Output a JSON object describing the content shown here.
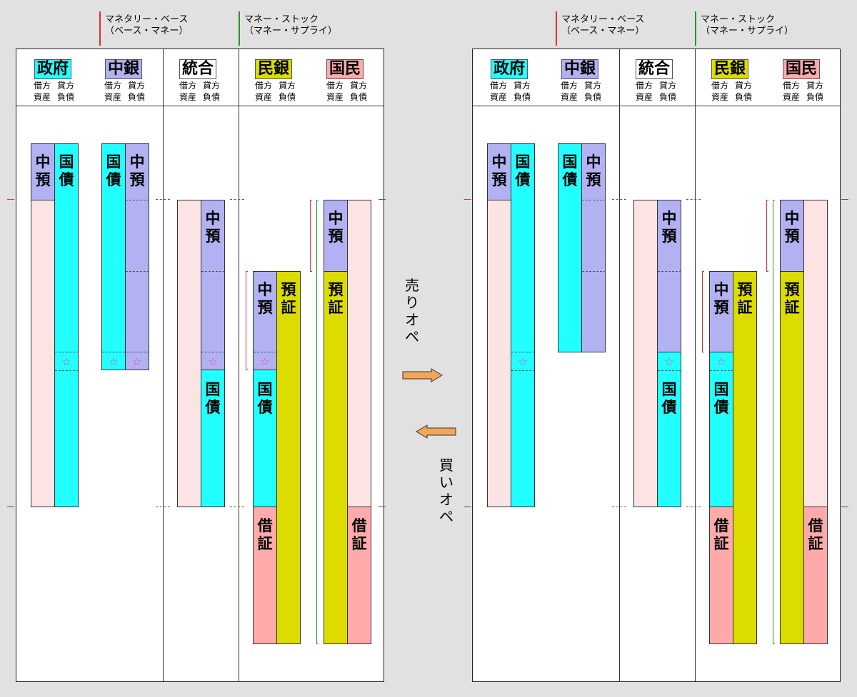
{
  "legend": {
    "monetary_base_line1": "マネタリー・ベース",
    "monetary_base_line2": "（ベース・マネー）",
    "money_stock_line1": "マネー・ストック",
    "money_stock_line2": "（マネー・サプライ）"
  },
  "entities": {
    "gov": "政府",
    "cb": "中銀",
    "consolidated": "統合",
    "bank": "民銀",
    "public": "国民"
  },
  "subheaders": {
    "debit_top": "借方",
    "debit_bottom": "資産",
    "credit_top": "貸方",
    "credit_bottom": "負債"
  },
  "labels": {
    "cb_deposit": "中預",
    "bonds": "国債",
    "deposit_cert": "預証",
    "loan_cert": "借証",
    "star": "☆"
  },
  "operations": {
    "sell": "売りオペ",
    "buy": "買いオペ"
  },
  "colors": {
    "cyan": "#22ffff",
    "lavender": "#b2b2f2",
    "pink": "#fce4e4",
    "salmon": "#ffaaaa",
    "olive": "#dcdc00",
    "arrow": "#f5a55a",
    "red_bracket": "#e03030",
    "green_bracket": "#229922"
  }
}
